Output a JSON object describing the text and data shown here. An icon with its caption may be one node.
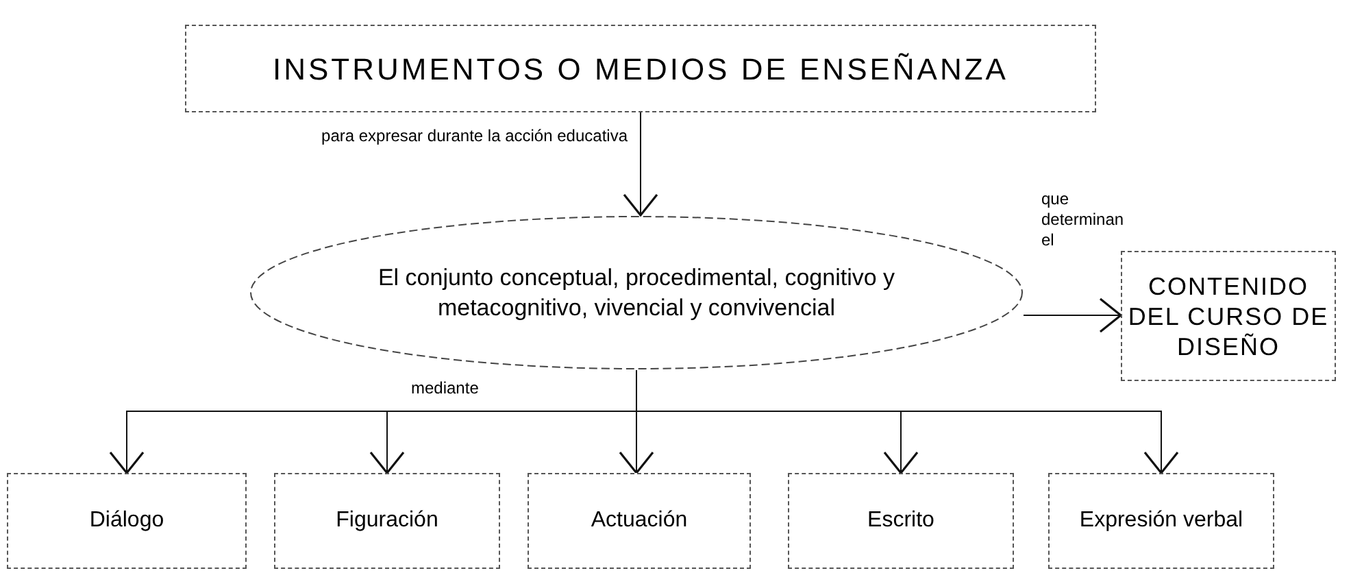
{
  "diagram": {
    "nodes": [
      {
        "text": [
          "INSTRUMENTOS O MEDIOS DE ENSEÑANZA"
        ]
      },
      {
        "text": [
          "El conjunto conceptual, procedimental, cognitivo y metacognitivo, vivencial y convivencial"
        ]
      },
      {
        "text": [
          "CONTENIDO DEL CURSO DE DISEÑO"
        ]
      },
      {
        "text": [
          "Diálogo"
        ]
      },
      {
        "text": [
          "Figuración"
        ]
      },
      {
        "text": [
          "Actuación"
        ]
      },
      {
        "text": [
          "Escrito"
        ]
      },
      {
        "text": [
          "Expresión verbal"
        ]
      }
    ],
    "edges": [
      {
        "from": 0,
        "to": 1,
        "arrow": "to",
        "label": "para expresar durante la acción educativa"
      },
      {
        "from": 1,
        "to": 2,
        "arrow": "to",
        "label": "que determinan el"
      },
      {
        "from": 1,
        "to": 3,
        "arrow": "to"
      },
      {
        "from": 1,
        "to": 4,
        "arrow": "to"
      },
      {
        "from": 1,
        "to": 5,
        "arrow": "to"
      },
      {
        "from": 1,
        "to": 6,
        "arrow": "to"
      },
      {
        "from": 1,
        "to": 7,
        "arrow": "to"
      }
    ],
    "labels": [
      "mediante"
    ]
  }
}
